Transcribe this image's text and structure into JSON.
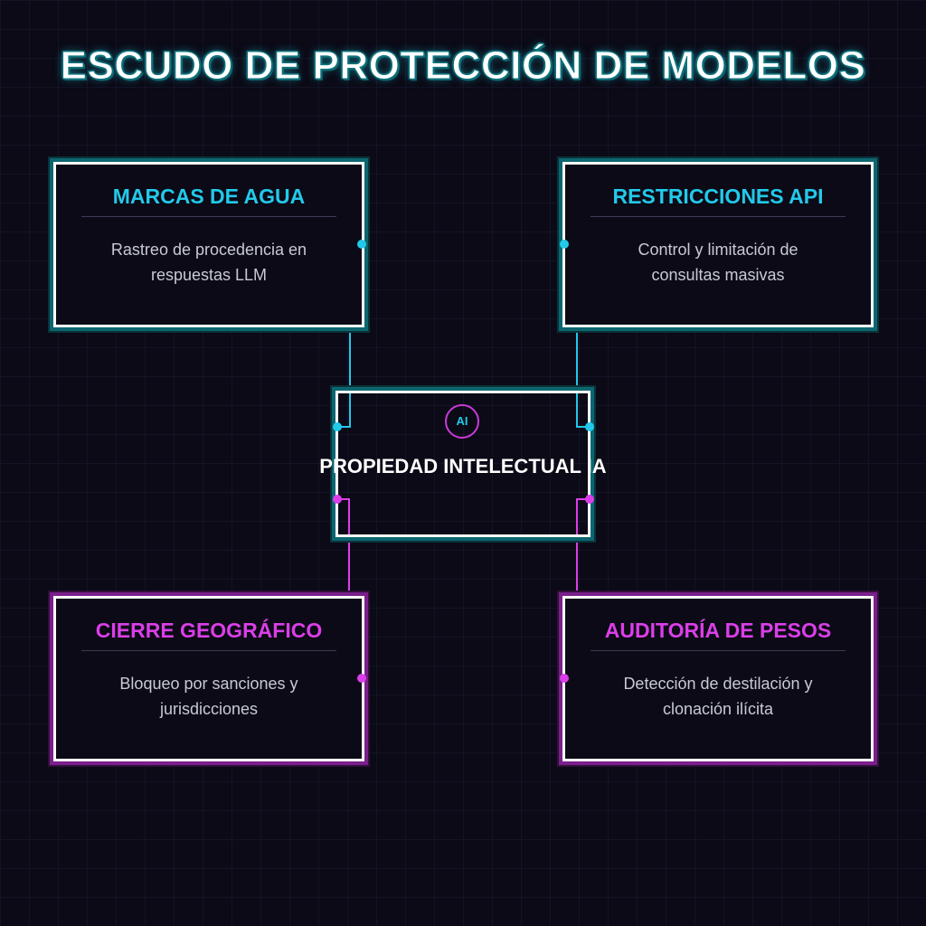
{
  "title": "ESCUDO DE PROTECCIÓN DE MODELOS",
  "center": {
    "badge": "AI",
    "label": "PROPIEDAD INTELECTUAL IA"
  },
  "nodes": [
    {
      "title": "MARCAS DE AGUA",
      "description_lines": [
        "Rastreo de procedencia en",
        "respuestas LLM"
      ],
      "accent": "cyan"
    },
    {
      "title": "RESTRICCIONES API",
      "description_lines": [
        "Control y limitación de",
        "consultas masivas"
      ],
      "accent": "cyan"
    },
    {
      "title": "CIERRE GEOGRÁFICO",
      "description_lines": [
        "Bloqueo por sanciones y",
        "jurisdicciones"
      ],
      "accent": "magenta"
    },
    {
      "title": "AUDITORÍA DE PESOS",
      "description_lines": [
        "Detección de destilación y",
        "clonación ilícita"
      ],
      "accent": "magenta"
    }
  ],
  "colors": {
    "background": "#0b0a16",
    "cyan": "#23c9ea",
    "magenta": "#db3ee8",
    "border": "#ffffff"
  }
}
